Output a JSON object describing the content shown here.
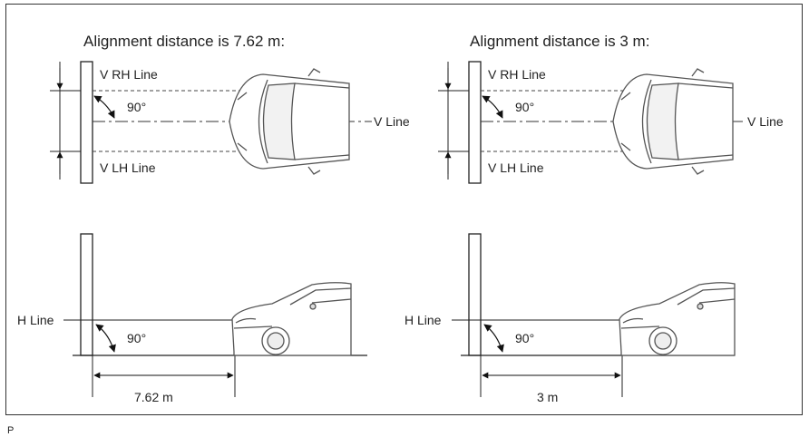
{
  "left_diagram": {
    "title": "Alignment distance is 7.62 m:",
    "v_rh_label": "V RH Line",
    "v_lh_label": "V LH Line",
    "v_line_label": "V Line",
    "top_angle": "90°",
    "h_line_label": "H Line",
    "side_angle": "90°",
    "distance_label": "7.62 m"
  },
  "right_diagram": {
    "title": "Alignment distance is 3 m:",
    "v_rh_label": "V RH Line",
    "v_lh_label": "V LH Line",
    "v_line_label": "V Line",
    "top_angle": "90°",
    "h_line_label": "H Line",
    "side_angle": "90°",
    "distance_label": "3 m"
  },
  "corner_mark": "P"
}
